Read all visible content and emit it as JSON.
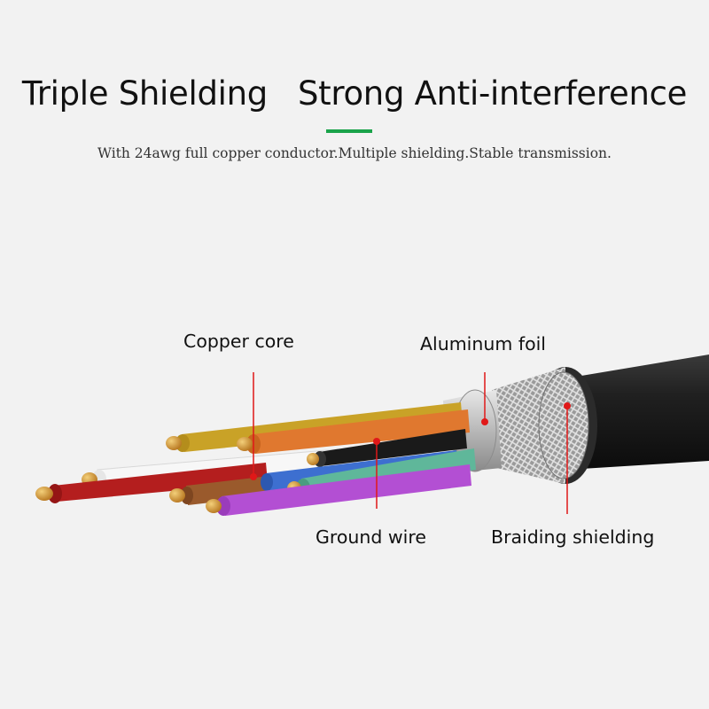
{
  "header": {
    "title_left": "Triple Shielding",
    "title_right": "Strong Anti-interference",
    "subtitle": "With 24awg full copper conductor.Multiple shielding.Stable transmission."
  },
  "labels": {
    "copper_core": "Copper core",
    "aluminum_foil": "Aluminum foil",
    "ground_wire": "Ground wire",
    "braiding_shielding": "Braiding shielding"
  },
  "colors": {
    "accent": "#1aa34a",
    "pointer": "#e01818",
    "jacket": "#1e1e1e",
    "copper": "#d99a3a"
  }
}
